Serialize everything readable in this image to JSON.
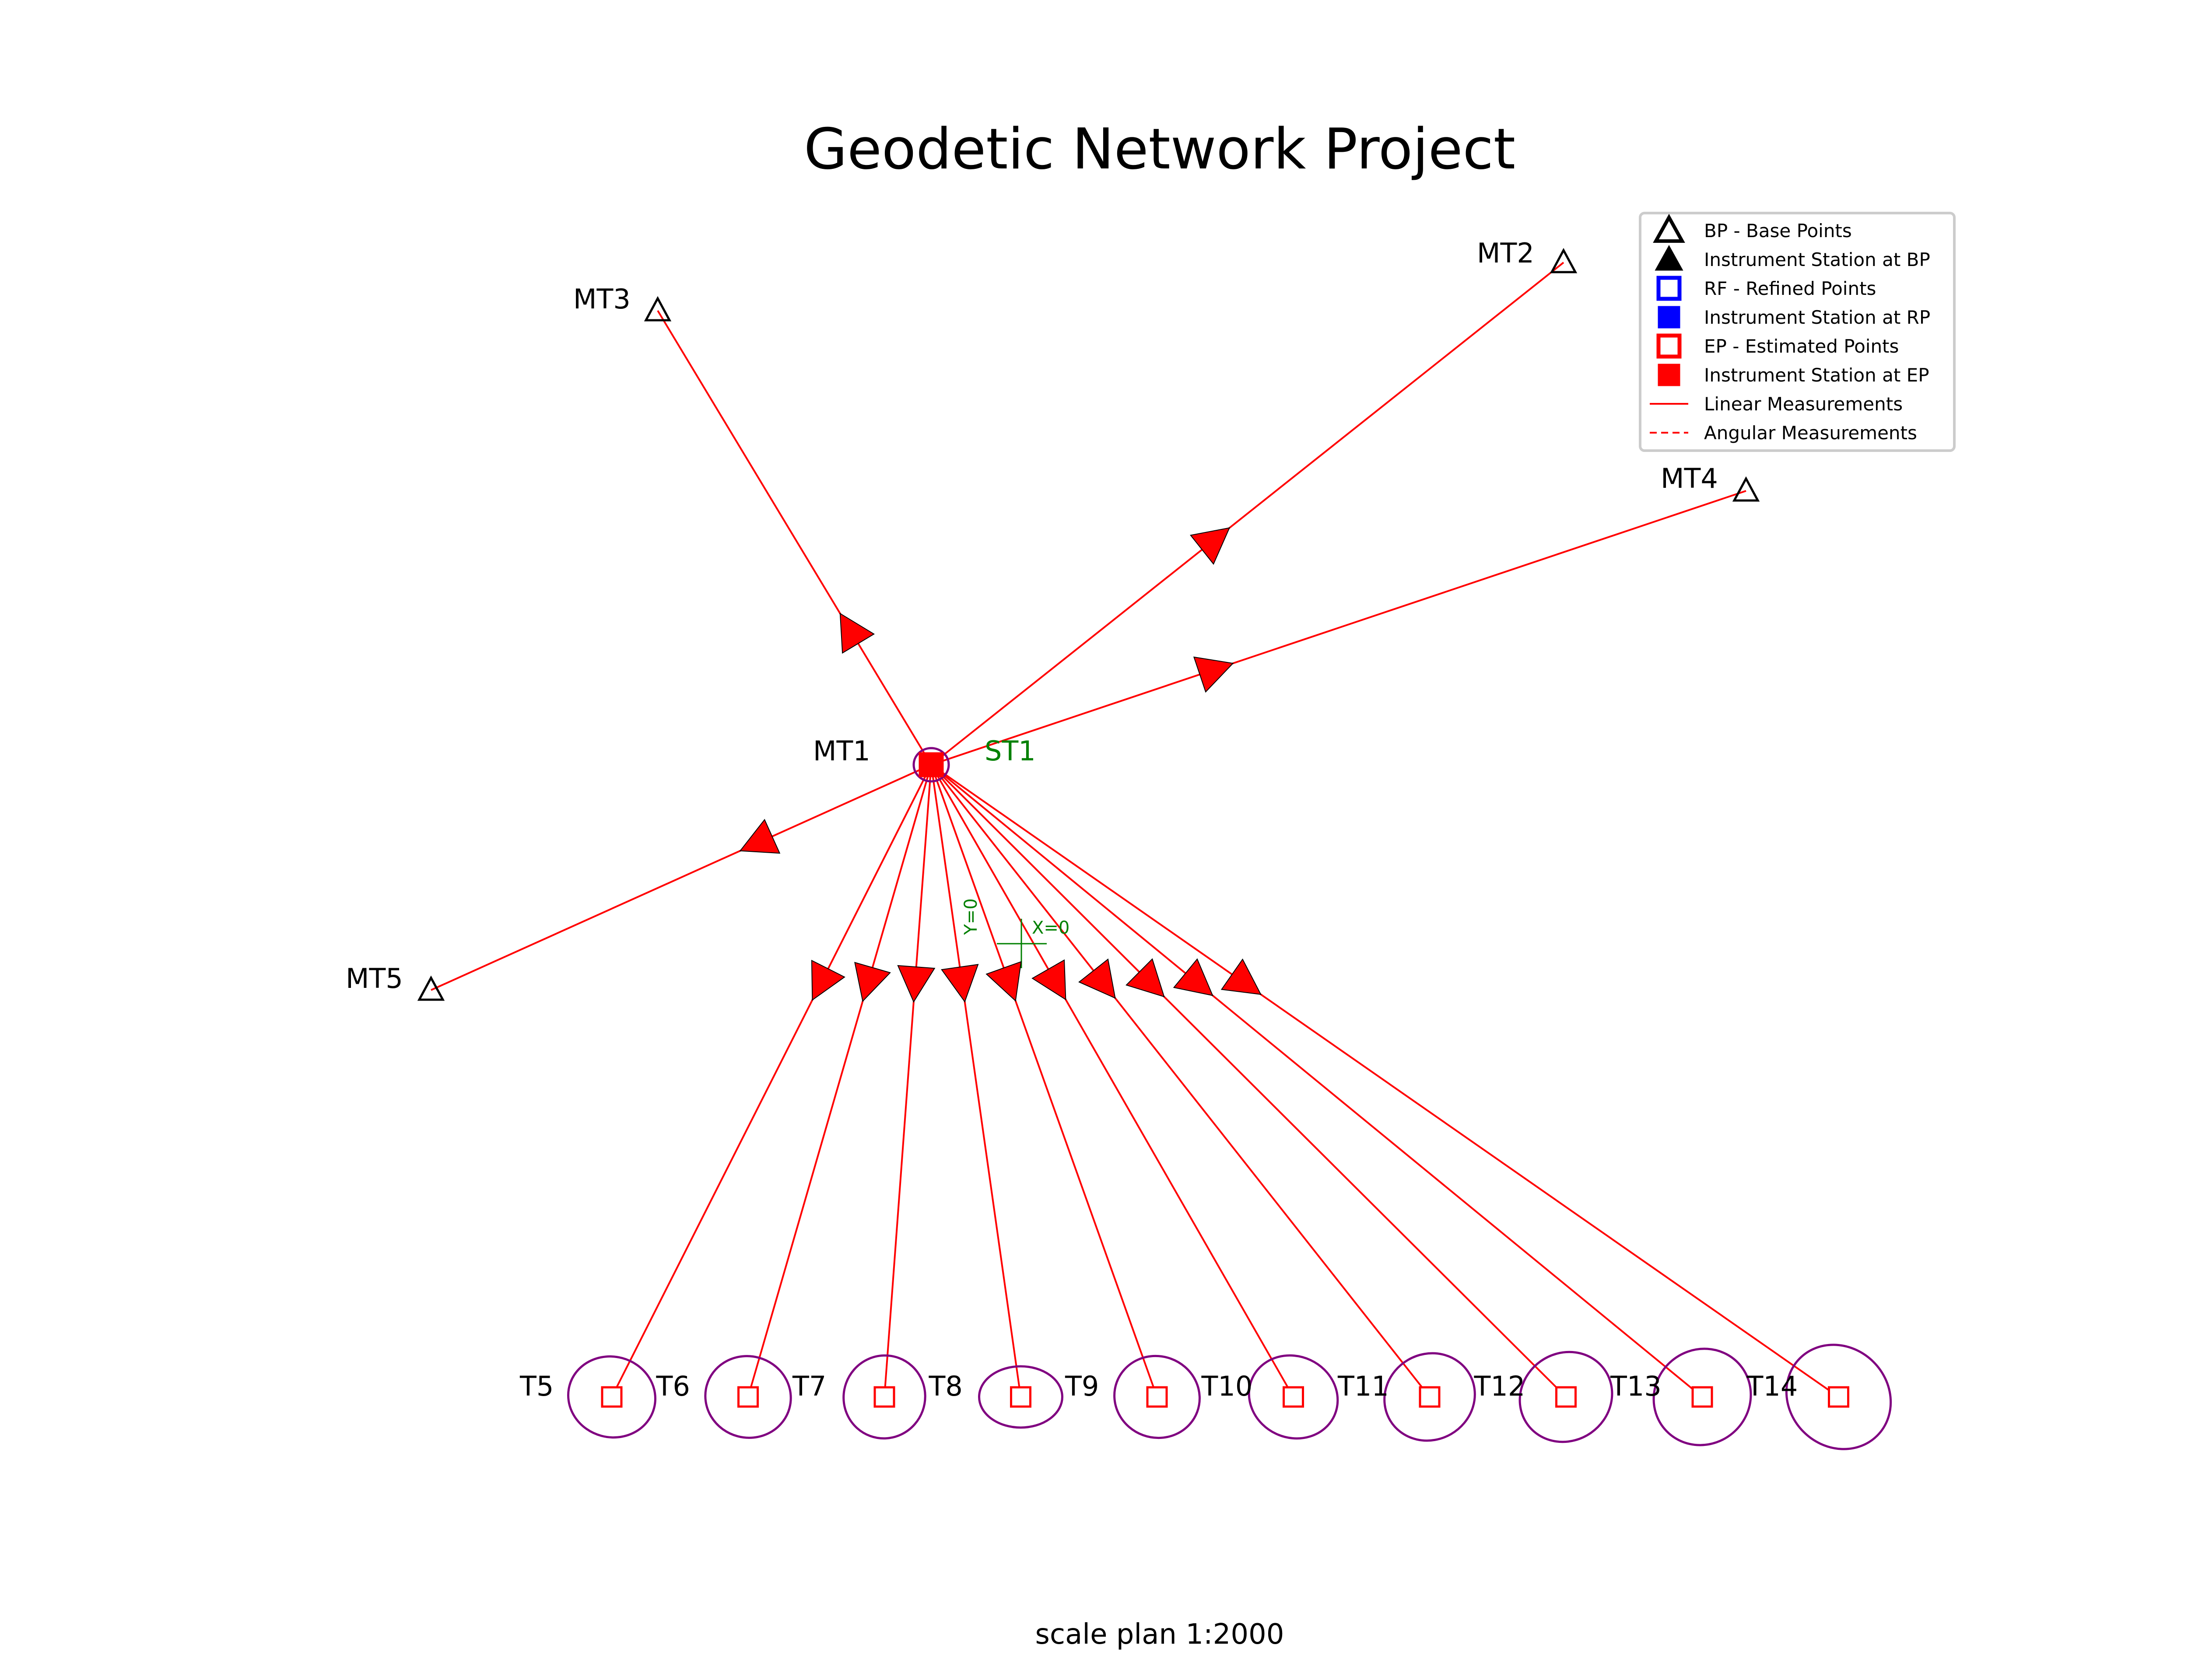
{
  "title": "Geodetic Network Project",
  "scale_text": "scale plan 1:2000",
  "colors": {
    "measurement_line": "#ff0000",
    "arrow_fill": "#ff0000",
    "ellipse": "#800080",
    "station_label": "#008000",
    "axis": "#008000",
    "base_point": "#000000",
    "refined_point": "#0000ff",
    "estimated_point": "#ff0000"
  },
  "instrument_station": {
    "point": "MT1",
    "station": "ST1",
    "symbol": "filled-red-square"
  },
  "axis_labels": {
    "y": "Y=0",
    "x": "X=0"
  },
  "base_points": [
    {
      "id": "MT2"
    },
    {
      "id": "MT3"
    },
    {
      "id": "MT4"
    },
    {
      "id": "MT5"
    }
  ],
  "estimated_points": [
    {
      "id": "T5"
    },
    {
      "id": "T6"
    },
    {
      "id": "T7"
    },
    {
      "id": "T8"
    },
    {
      "id": "T9"
    },
    {
      "id": "T10"
    },
    {
      "id": "T11"
    },
    {
      "id": "T12"
    },
    {
      "id": "T13"
    },
    {
      "id": "T14"
    }
  ],
  "measurements": {
    "type": "linear",
    "from": "MT1",
    "to": [
      "MT3",
      "MT2",
      "MT4",
      "MT5",
      "T5",
      "T6",
      "T7",
      "T8",
      "T9",
      "T10",
      "T11",
      "T12",
      "T13",
      "T14"
    ]
  },
  "legend": {
    "position": "top-right",
    "items": [
      {
        "label": "BP - Base Points",
        "symbol": "triangle-open",
        "color": "#000000"
      },
      {
        "label": "Instrument Station at BP",
        "symbol": "triangle-filled",
        "color": "#000000"
      },
      {
        "label": "RF - Refined Points",
        "symbol": "square-open",
        "color": "#0000ff"
      },
      {
        "label": "Instrument Station at RP",
        "symbol": "square-filled",
        "color": "#0000ff"
      },
      {
        "label": "EP - Estimated Points",
        "symbol": "square-open",
        "color": "#ff0000"
      },
      {
        "label": "Instrument Station at EP",
        "symbol": "square-filled",
        "color": "#ff0000"
      },
      {
        "label": "Linear Measurements",
        "symbol": "line-solid",
        "color": "#ff0000"
      },
      {
        "label": "Angular Measurements",
        "symbol": "line-dashed",
        "color": "#ff0000"
      }
    ]
  }
}
